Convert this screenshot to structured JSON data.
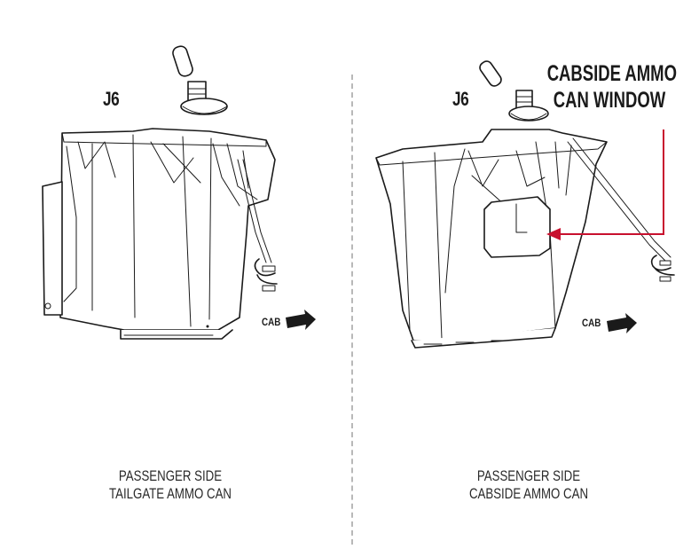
{
  "left": {
    "part_label": "J6",
    "direction_label": "CAB",
    "caption_line1": "PASSENGER SIDE",
    "caption_line2": "TAILGATE AMMO CAN"
  },
  "right": {
    "part_label": "J6",
    "direction_label": "CAB",
    "callout_line1": "CABSIDE AMMO",
    "callout_line2": "CAN WINDOW",
    "callout_color": "#c8102e",
    "caption_line1": "PASSENGER SIDE",
    "caption_line2": "CABSIDE AMMO CAN"
  },
  "colors": {
    "line_art": "#1a1a1a",
    "divider": "#b8b8b8",
    "callout_arrow": "#c8102e"
  },
  "icons": [
    "push-pin-fastener-icon",
    "direction-arrow-icon"
  ]
}
